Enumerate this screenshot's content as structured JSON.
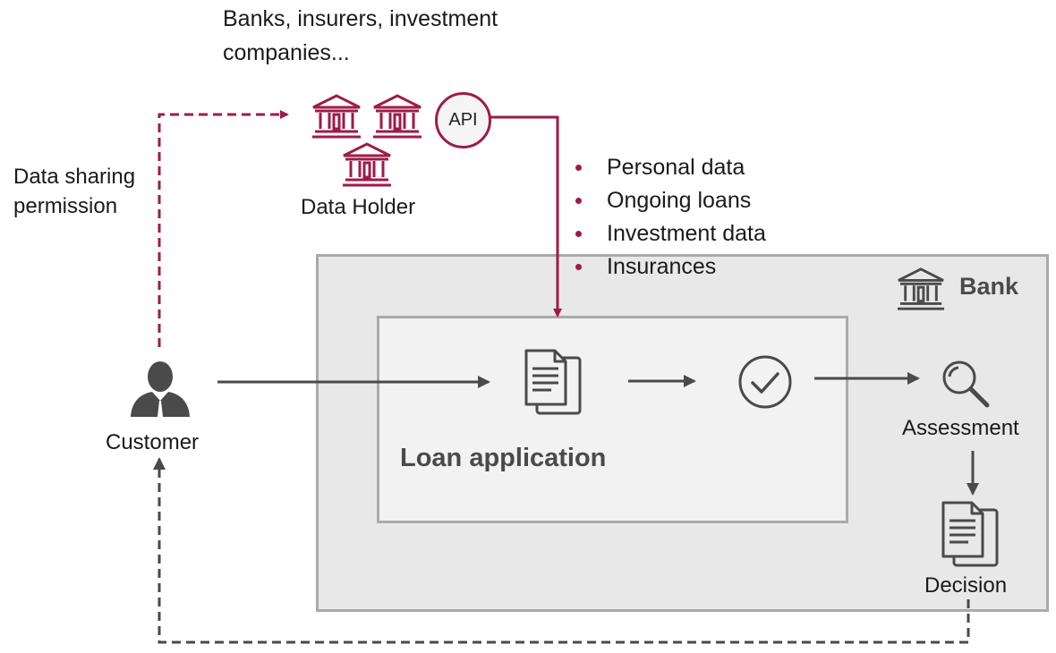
{
  "header": "Banks, insurers, investment companies...",
  "permission": "Data sharing permission",
  "data_holder": "Data Holder",
  "api": "API",
  "data_items": [
    "Personal data",
    "Ongoing loans",
    "Investment data",
    "Insurances"
  ],
  "bank": "Bank",
  "loan_application": "Loan application",
  "customer": "Customer",
  "assessment": "Assessment",
  "decision": "Decision",
  "colors": {
    "accent": "#9e1b47",
    "flow": "#4a4a4a",
    "box_border": "#aaaaaa",
    "bank_fill": "#e8e8e8",
    "loan_fill": "#f2f2f2"
  },
  "icons": [
    "bank-building-icon",
    "api-icon",
    "customer-person-icon",
    "document-icon",
    "check-circle-icon",
    "magnifier-icon"
  ]
}
